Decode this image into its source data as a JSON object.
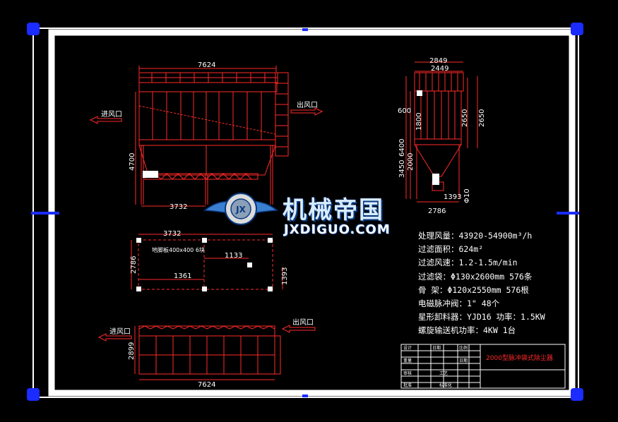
{
  "dimensions": {
    "front_width": "7624",
    "front_height": "4700",
    "front_bottom": "3732",
    "side_top_outer": "2849",
    "side_top_inner": "2449",
    "side_600": "600",
    "side_1800": "1800",
    "side_2650a": "2650",
    "side_2650b": "2650",
    "side_6400": "6400",
    "side_3450": "3450",
    "side_2000": "2000",
    "side_1393": "1393",
    "side_610": "Φ10",
    "side_bottom": "2786",
    "plan_top": "3732",
    "plan_left": "2786",
    "plan_1133": "1133",
    "plan_1361": "1361",
    "plan_right": "1393",
    "lower_left": "2899",
    "lower_bottom": "7624"
  },
  "labels": {
    "inlet_left": "进风口",
    "outlet_top": "出风口",
    "inlet_lower": "进风口",
    "outlet_lower": "出风口",
    "plan_note": "地脚板400x400 6块"
  },
  "specs": [
    "处理风量：43920-54900m³/h",
    "过滤面积：624m²",
    "过滤风速：1.2-1.5m/min",
    "过滤袋：Φ130x2600mm  576条",
    "骨  架：Φ120x2550mm  576根",
    "电磁脉冲阀：1\"   48个",
    "星形卸料器：YJD16  功率：1.5KW",
    "螺旋输送机功率：4KW   1台"
  ],
  "title_block": {
    "title": "2000型脉冲袋式除尘器",
    "cells": [
      "设计",
      "日期",
      "比例",
      "重量",
      "审核",
      "工艺",
      "批准",
      "标准化",
      "日期"
    ]
  },
  "watermark": {
    "cn": "机械帝国",
    "en": "JXDIGUO.COM",
    "badge": "JX"
  },
  "colors": {
    "drawing_red": "#ff2a2a",
    "frame_white": "#ffffff",
    "corner_blue": "#1a2cff",
    "background": "#000000"
  }
}
